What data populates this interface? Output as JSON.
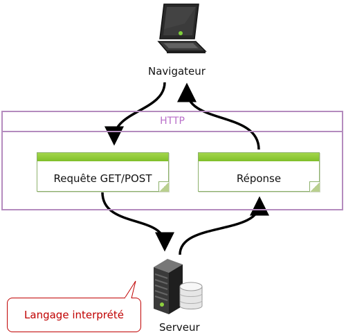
{
  "browser": {
    "label": "Navigateur",
    "icon": "laptop-icon"
  },
  "http": {
    "title": "HTTP"
  },
  "request": {
    "label": "Requête GET/POST"
  },
  "response": {
    "label": "Réponse"
  },
  "server": {
    "label": "Serveur",
    "icon": "server-icon",
    "db_icon": "database-icon"
  },
  "callout": {
    "text": "Langage interprété"
  },
  "colors": {
    "http_border": "#b48bbe",
    "http_text": "#b86ec9",
    "note_bar": "#8cc63f",
    "callout": "#c00000",
    "arrows": "#000000"
  }
}
